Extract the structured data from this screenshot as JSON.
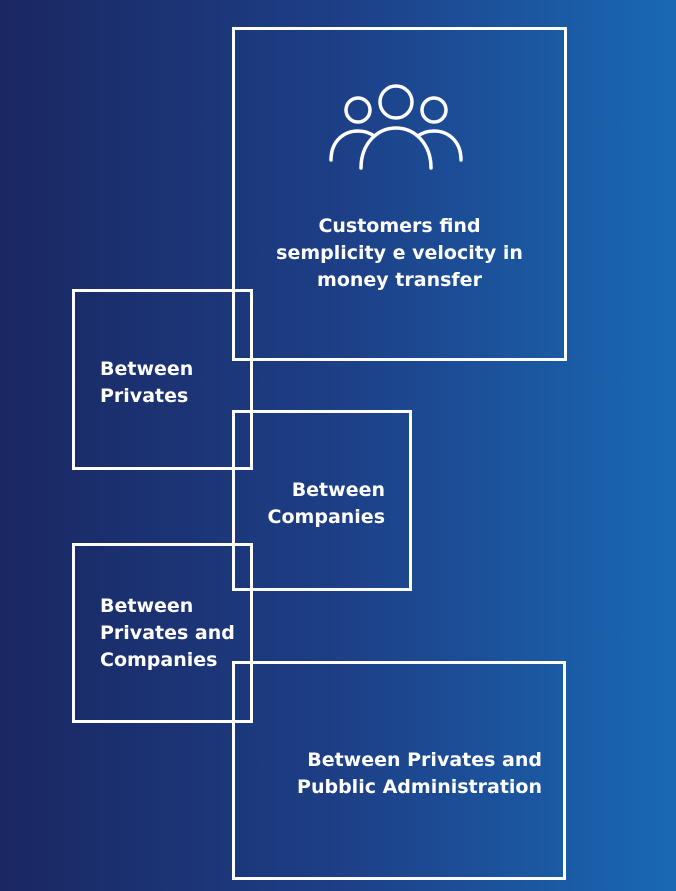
{
  "colors": {
    "gradient_start": "#1a2762",
    "gradient_end": "#1a68b4",
    "line": "#ffffff"
  },
  "hero": {
    "icon": "users-group-icon",
    "text": "Customers find\nsemplicity e velocity in\nmoney transfer"
  },
  "items": [
    {
      "label": "Between\nPrivates"
    },
    {
      "label": "Between\nCompanies"
    },
    {
      "label": "Between\nPrivates and\nCompanies"
    },
    {
      "label": "Between Privates and\nPubblic Administration"
    }
  ]
}
